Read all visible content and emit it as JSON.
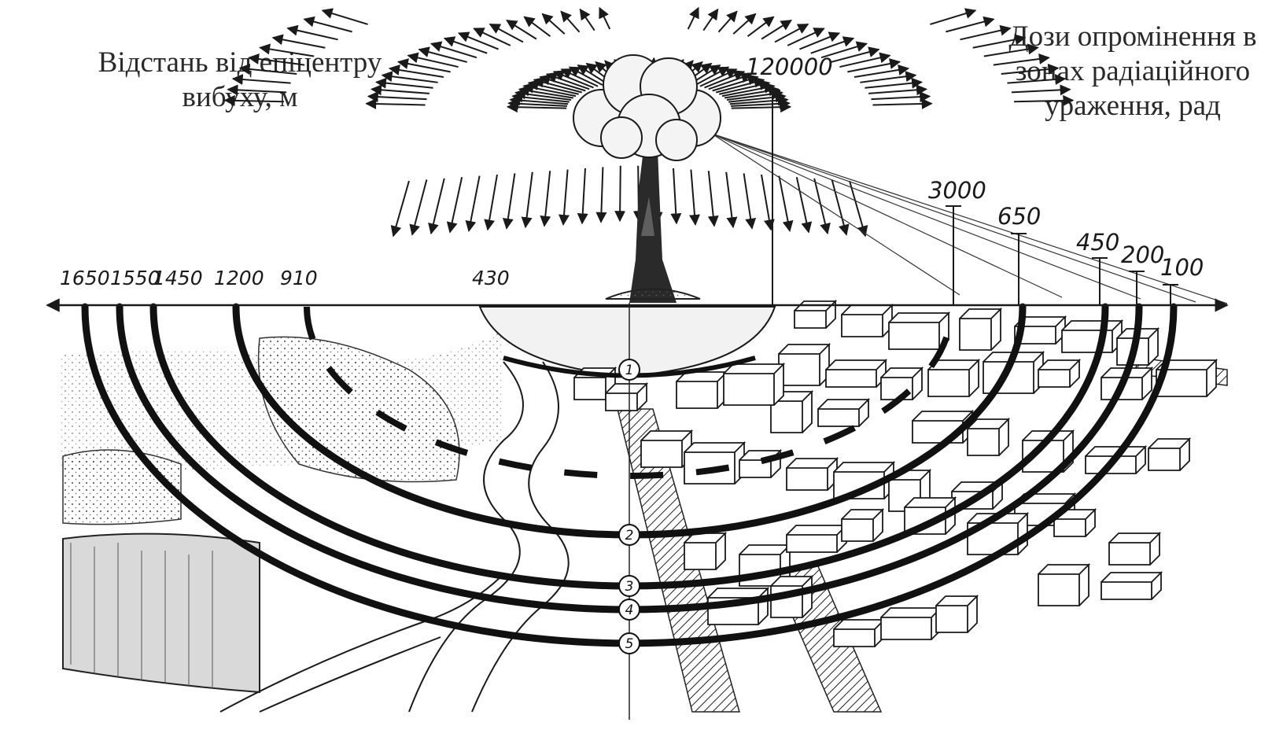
{
  "left_title_line1": "Відстань від епіцентру",
  "left_title_line2": "вибуху, м",
  "right_title_line1": "Дози опромінення в",
  "right_title_line2": "зонах радіаційного",
  "right_title_line3": "ураження, рад",
  "distances": [
    "1650",
    "1550",
    "1450",
    "1200",
    "910",
    "430"
  ],
  "doses": [
    "120000",
    "3000",
    "650",
    "450",
    "200",
    "100"
  ],
  "zones": [
    "1",
    "2",
    "3",
    "4",
    "5"
  ]
}
